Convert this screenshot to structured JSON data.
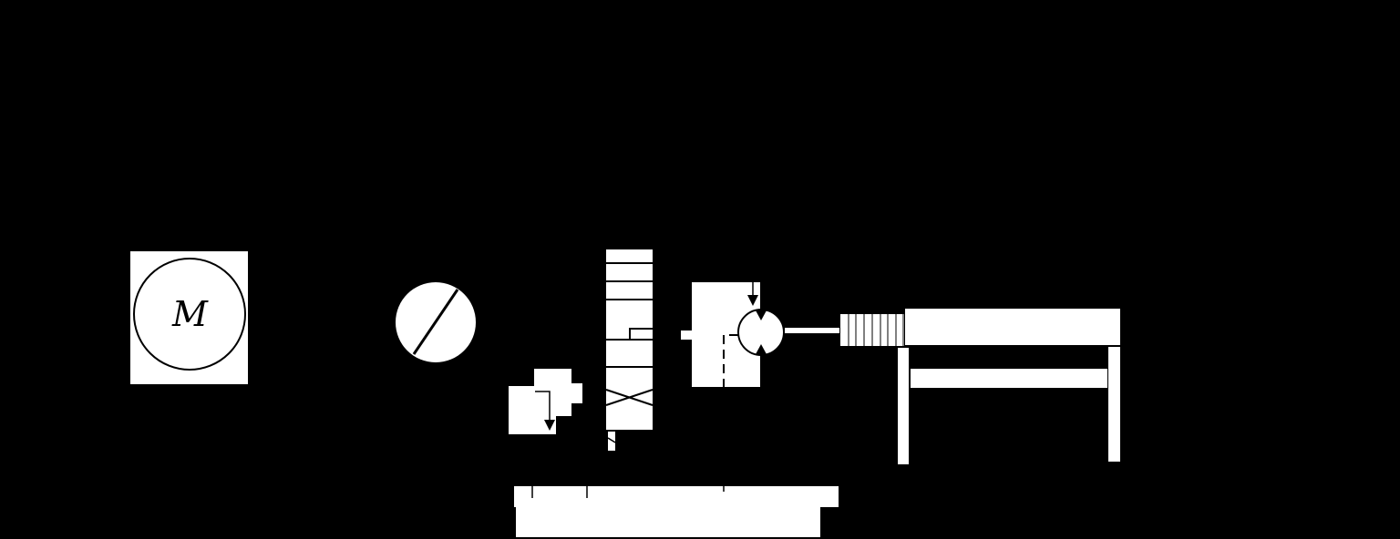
{
  "diagram": {
    "title": "",
    "background": "#000000",
    "foreground": "#ffffff",
    "stroke": "#000000",
    "components": {
      "motor": {
        "label": "M",
        "type": "electric-motor"
      },
      "pump": {
        "type": "pump"
      },
      "valve_stack": {
        "type": "directional-control-valve",
        "cells": 6
      },
      "relief_valve": {
        "type": "pressure-relief-valve"
      },
      "hydraulic_motor": {
        "type": "hydraulic-motor"
      },
      "spring": {
        "type": "spring",
        "segments": 9
      },
      "table": {
        "type": "worktable-frame"
      },
      "tank": {
        "type": "reservoir"
      }
    }
  }
}
